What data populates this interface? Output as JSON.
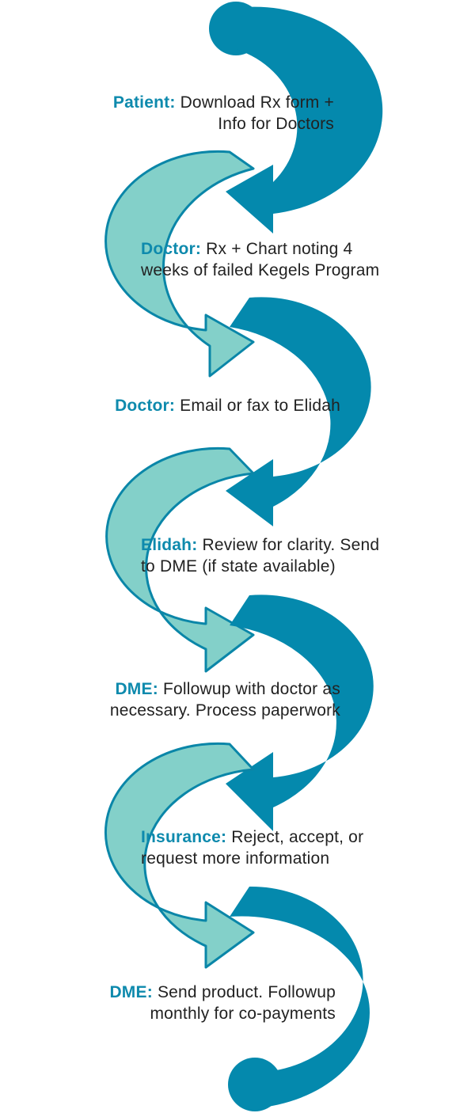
{
  "colors": {
    "dark_teal": "#0489ad",
    "light_teal": "#83d0c9",
    "light_teal_stroke": "#0a86a8",
    "role_text": "#0e8aad",
    "body_text": "#222222"
  },
  "steps": [
    {
      "role": "Patient:",
      "lines": [
        "Download Rx form +",
        "Info for Doctors"
      ]
    },
    {
      "role": "Doctor:",
      "lines": [
        "Rx + Chart noting 4",
        "weeks of failed Kegels Program"
      ]
    },
    {
      "role": "Doctor:",
      "lines": [
        "Email or fax to Elidah"
      ]
    },
    {
      "role": "Elidah:",
      "lines": [
        "Review for clarity. Send",
        "to DME (if state available)"
      ]
    },
    {
      "role": "DME:",
      "lines": [
        "Followup with doctor as",
        "necessary. Process paperwork"
      ]
    },
    {
      "role": "Insurance:",
      "lines": [
        "Reject, accept, or",
        "request more information"
      ]
    },
    {
      "role": "DME:",
      "lines": [
        "Send product. Followup",
        "monthly for co-payments"
      ]
    }
  ]
}
